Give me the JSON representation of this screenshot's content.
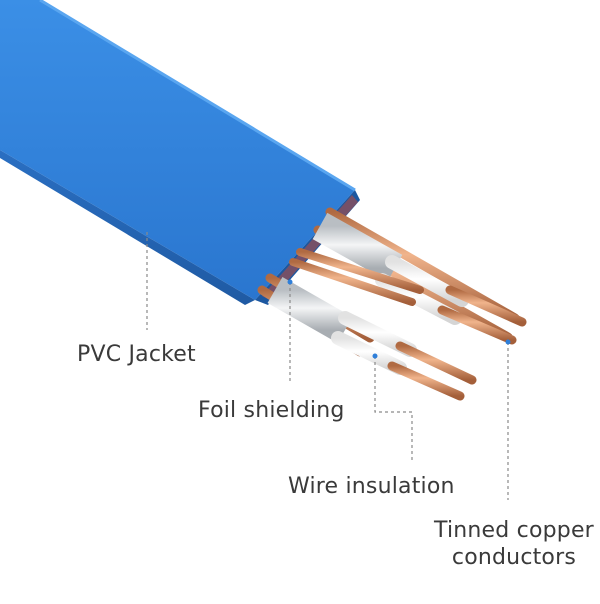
{
  "labels": {
    "pvc_jacket": "PVC Jacket",
    "foil_shielding": "Foil shielding",
    "wire_insulation": "Wire insulation",
    "tinned_line1": "Tinned copper",
    "tinned_line2": "conductors"
  },
  "colors": {
    "jacket": "#2f7fd9",
    "jacket_dark": "#2366b8",
    "jacket_end": "#1f5fae",
    "copper": "#c9825a",
    "foil": "#d9dcdf",
    "insulation": "#f4f4f4",
    "leader": "#888888",
    "marker": "#2f7fd9"
  }
}
